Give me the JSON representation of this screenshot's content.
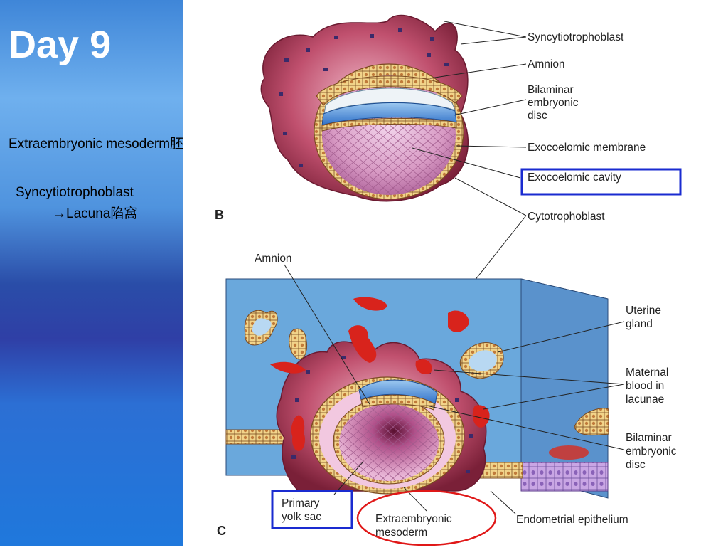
{
  "slide": {
    "title": "Day 9",
    "notes": [
      "Extraembryonic mesoderm胚外中胚層",
      "Syncytiotrophoblast",
      "→Lacuna陷窩"
    ]
  },
  "figure": {
    "panel_b": "B",
    "panel_c": "C",
    "labels_b": {
      "syncytiotrophoblast": "Syncytiotrophoblast",
      "amnion": "Amnion",
      "bilaminar_1": "Bilaminar",
      "bilaminar_2": "embryonic",
      "bilaminar_3": "disc",
      "exocoelomic_membrane": "Exocoelomic membrane",
      "exocoelomic_cavity": "Exocoelomic cavity",
      "cytotrophoblast": "Cytotrophoblast"
    },
    "labels_c": {
      "amnion": "Amnion",
      "uterine_1": "Uterine",
      "uterine_2": "gland",
      "maternal_1": "Maternal",
      "maternal_2": "blood in",
      "maternal_3": "lacunae",
      "bilaminar_1": "Bilaminar",
      "bilaminar_2": "embryonic",
      "bilaminar_3": "disc",
      "yolk_1": "Primary",
      "yolk_2": "yolk sac",
      "extra_1": "Extraembryonic",
      "extra_2": "mesoderm",
      "endometrial": "Endometrial epithelium"
    },
    "colors": {
      "highlight_box": "#1a2bd0",
      "highlight_ellipse": "#e01818",
      "trophoblast": "#8a2a44",
      "tissue_blue": "#6aa8dc",
      "blood_red": "#d8231c",
      "yolk_pink": "#e4b4d6",
      "disc_blue": "#2f7bd0"
    }
  }
}
